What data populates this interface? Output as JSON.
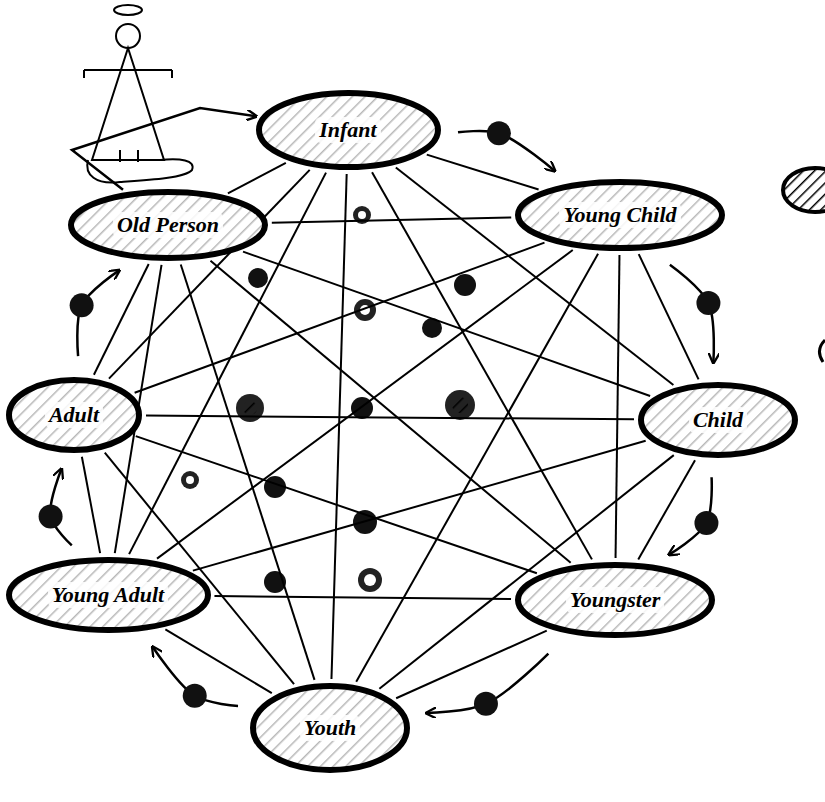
{
  "diagram": {
    "nodes": [
      {
        "text": [
          "Infant"
        ]
      },
      {
        "text": [
          "Young Child"
        ]
      },
      {
        "text": [
          "Child"
        ]
      },
      {
        "text": [
          "Youngster"
        ]
      },
      {
        "text": [
          "Youth"
        ]
      },
      {
        "text": [
          "Young Adult"
        ]
      },
      {
        "text": [
          "Adult"
        ]
      },
      {
        "text": [
          "Old Person"
        ]
      }
    ],
    "edges": [
      {
        "from": 0,
        "to": 1,
        "arrow": "to"
      },
      {
        "from": 1,
        "to": 2,
        "arrow": "to"
      },
      {
        "from": 2,
        "to": 3,
        "arrow": "to"
      },
      {
        "from": 3,
        "to": 4,
        "arrow": "to"
      },
      {
        "from": 4,
        "to": 5,
        "arrow": "to"
      },
      {
        "from": 5,
        "to": 6,
        "arrow": "to"
      },
      {
        "from": 6,
        "to": 7,
        "arrow": "to"
      },
      {
        "from": 7,
        "to": 0,
        "arrow": "to"
      },
      {
        "from": 0,
        "to": 1,
        "arrow": "none"
      },
      {
        "from": 0,
        "to": 2,
        "arrow": "none"
      },
      {
        "from": 0,
        "to": 3,
        "arrow": "none"
      },
      {
        "from": 0,
        "to": 4,
        "arrow": "none"
      },
      {
        "from": 0,
        "to": 5,
        "arrow": "none"
      },
      {
        "from": 0,
        "to": 6,
        "arrow": "none"
      },
      {
        "from": 0,
        "to": 7,
        "arrow": "none"
      },
      {
        "from": 1,
        "to": 2,
        "arrow": "none"
      },
      {
        "from": 1,
        "to": 3,
        "arrow": "none"
      },
      {
        "from": 1,
        "to": 4,
        "arrow": "none"
      },
      {
        "from": 1,
        "to": 5,
        "arrow": "none"
      },
      {
        "from": 1,
        "to": 6,
        "arrow": "none"
      },
      {
        "from": 1,
        "to": 7,
        "arrow": "none"
      },
      {
        "from": 2,
        "to": 3,
        "arrow": "none"
      },
      {
        "from": 2,
        "to": 4,
        "arrow": "none"
      },
      {
        "from": 2,
        "to": 5,
        "arrow": "none"
      },
      {
        "from": 2,
        "to": 6,
        "arrow": "none"
      },
      {
        "from": 2,
        "to": 7,
        "arrow": "none"
      },
      {
        "from": 3,
        "to": 4,
        "arrow": "none"
      },
      {
        "from": 3,
        "to": 5,
        "arrow": "none"
      },
      {
        "from": 3,
        "to": 6,
        "arrow": "none"
      },
      {
        "from": 3,
        "to": 7,
        "arrow": "none"
      },
      {
        "from": 4,
        "to": 5,
        "arrow": "none"
      },
      {
        "from": 4,
        "to": 6,
        "arrow": "none"
      },
      {
        "from": 4,
        "to": 7,
        "arrow": "none"
      },
      {
        "from": 5,
        "to": 6,
        "arrow": "none"
      },
      {
        "from": 5,
        "to": 7,
        "arrow": "none"
      },
      {
        "from": 6,
        "to": 7,
        "arrow": "none"
      }
    ]
  }
}
